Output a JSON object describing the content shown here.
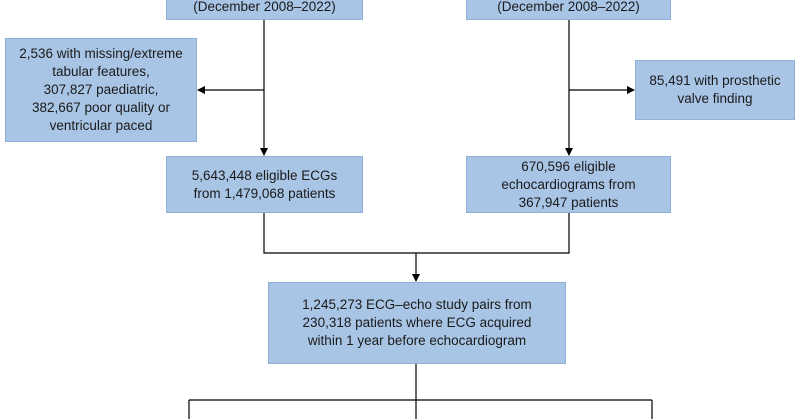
{
  "boxes": {
    "top_left": {
      "lines": [
        "(December 2008–2022)"
      ]
    },
    "top_right": {
      "lines": [
        "(December 2008–2022)"
      ]
    },
    "excluded_left": {
      "lines": [
        "2,536 with missing/extreme",
        "tabular features,",
        "307,827 paediatric,",
        "382,667 poor quality or",
        "ventricular paced"
      ]
    },
    "excluded_right": {
      "lines": [
        "85,491 with prosthetic",
        "valve finding"
      ]
    },
    "eligible_ecgs": {
      "lines": [
        "5,643,448 eligible ECGs",
        "from 1,479,068 patients"
      ]
    },
    "eligible_echo": {
      "lines": [
        "670,596 eligible",
        "echocardiograms from",
        "367,947 patients"
      ]
    },
    "study_pairs": {
      "lines": [
        "1,245,273 ECG–echo study pairs from",
        "230,318 patients where ECG acquired",
        "within 1 year before echocardiogram"
      ]
    }
  },
  "colors": {
    "box_fill": "#a9c5e6",
    "box_border": "#8fb0d8",
    "line": "#000000"
  }
}
